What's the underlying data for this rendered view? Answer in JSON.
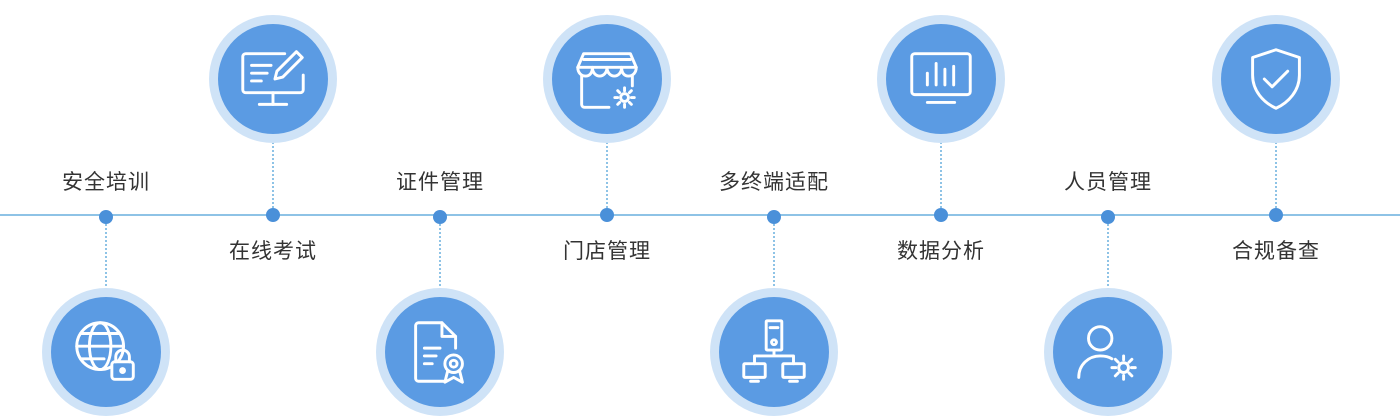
{
  "timeline": {
    "line_color": "#8ec3e6",
    "dot_color": "#4a90d9",
    "badge_color": "#5b9be3",
    "badge_ring_color": "#cfe3f7",
    "items": [
      {
        "label": "安全培训",
        "icon": "globe-lock-icon",
        "placement": "label-top-icon-bottom"
      },
      {
        "label": "在线考试",
        "icon": "monitor-edit-icon",
        "placement": "icon-top-label-bottom"
      },
      {
        "label": "证件管理",
        "icon": "document-certificate-icon",
        "placement": "label-top-icon-bottom"
      },
      {
        "label": "门店管理",
        "icon": "store-settings-icon",
        "placement": "icon-top-label-bottom"
      },
      {
        "label": "多终端适配",
        "icon": "multi-device-icon",
        "placement": "label-top-icon-bottom"
      },
      {
        "label": "数据分析",
        "icon": "monitor-chart-icon",
        "placement": "icon-top-label-bottom"
      },
      {
        "label": "人员管理",
        "icon": "user-settings-icon",
        "placement": "label-top-icon-bottom"
      },
      {
        "label": "合规备查",
        "icon": "shield-check-icon",
        "placement": "icon-top-label-bottom"
      }
    ]
  }
}
